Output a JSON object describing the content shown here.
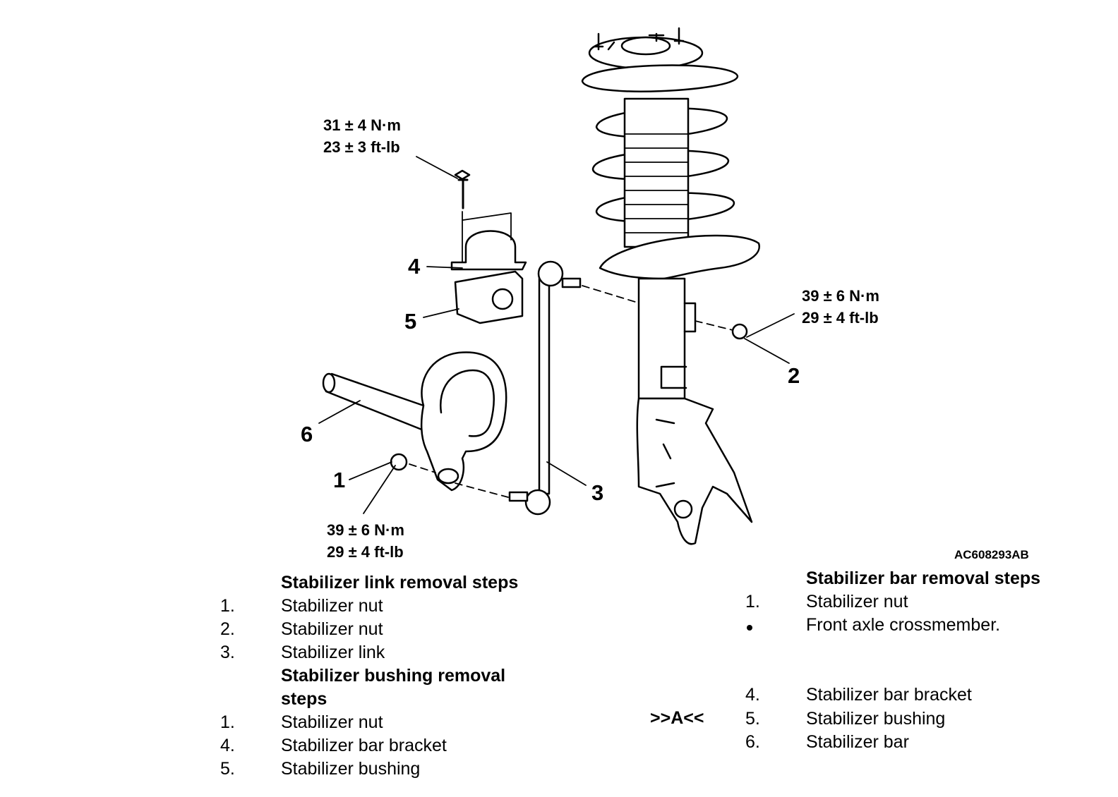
{
  "torques": {
    "bracket_bolt": {
      "nm": "31 ± 4 N·m",
      "ftlb": "23 ± 3 ft-lb"
    },
    "link_upper_nut": {
      "nm": "39 ± 6 N·m",
      "ftlb": "29 ± 4 ft-lb"
    },
    "link_lower_nut": {
      "nm": "39 ± 6 N·m",
      "ftlb": "29 ± 4 ft-lb"
    }
  },
  "callouts": [
    "1",
    "2",
    "3",
    "4",
    "5",
    "6"
  ],
  "figure_id": "AC608293AB",
  "link_steps": {
    "heading": "Stabilizer link removal steps",
    "items": [
      {
        "num": "1.",
        "label": "Stabilizer nut"
      },
      {
        "num": "2.",
        "label": "Stabilizer nut"
      },
      {
        "num": "3.",
        "label": "Stabilizer link"
      }
    ]
  },
  "bushing_steps": {
    "heading_line1": "Stabilizer bushing removal",
    "heading_line2": "steps",
    "items": [
      {
        "num": "1.",
        "label": "Stabilizer nut"
      },
      {
        "num": "4.",
        "label": "Stabilizer bar bracket"
      },
      {
        "num": "5.",
        "label": "Stabilizer bushing"
      }
    ]
  },
  "bar_steps": {
    "heading": "Stabilizer bar removal steps",
    "items": [
      {
        "num": "1.",
        "label": "Stabilizer nut"
      },
      {
        "num": "",
        "label": "Front axle crossmember."
      },
      {
        "num": "4.",
        "label": "Stabilizer bar bracket"
      },
      {
        "num": "5.",
        "label": "Stabilizer bushing"
      },
      {
        "num": "6.",
        "label": "Stabilizer bar"
      }
    ],
    "service_mark": ">>A<<"
  }
}
